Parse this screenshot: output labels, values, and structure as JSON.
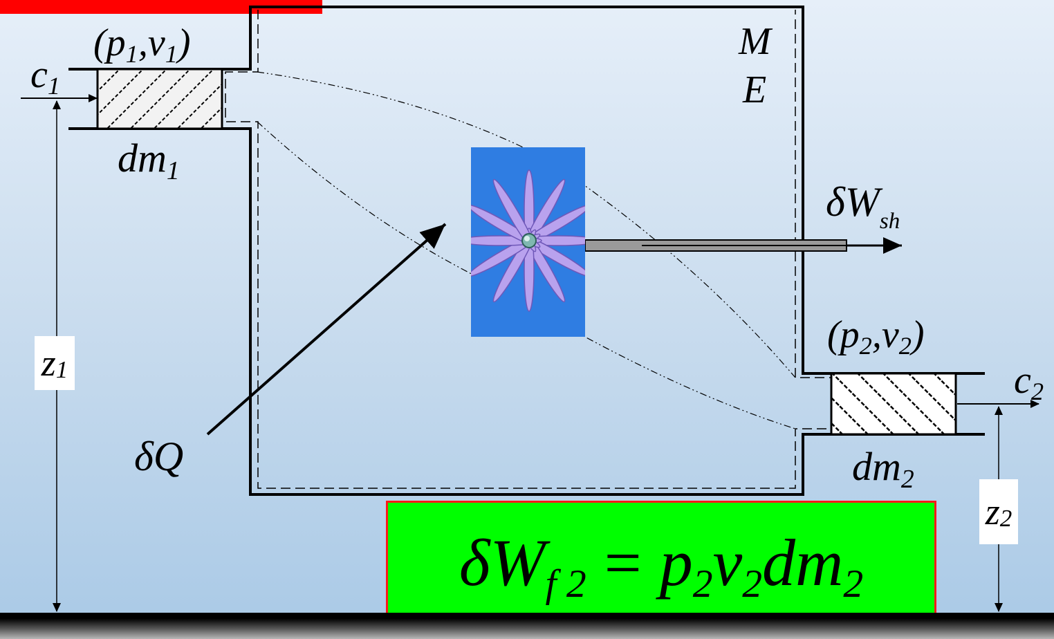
{
  "labels": {
    "state1": {
      "open": "(p",
      "sub_p": "1",
      "comma": ",v",
      "sub_v": "1",
      "close": ")"
    },
    "c1": {
      "main": "c",
      "sub": "1"
    },
    "dm1": {
      "main": "dm",
      "sub": "1"
    },
    "z1": {
      "main": "z",
      "sub": "1"
    },
    "M": "M",
    "E": "E",
    "dWsh": {
      "main": "δW",
      "sub": "sh"
    },
    "dQ": "δQ",
    "state2": {
      "open": "(p",
      "sub_p": "2",
      "comma": ",v",
      "sub_v": "2",
      "close": ")"
    },
    "c2": {
      "main": "c",
      "sub": "2"
    },
    "dm2": {
      "main": "dm",
      "sub": "2"
    },
    "z2": {
      "main": "z",
      "sub": "2"
    }
  },
  "equation": {
    "lhs": "δW",
    "lhs_sub": "f 2",
    "op": "=",
    "p": "p",
    "p_sub": "2",
    "v": "v",
    "v_sub": "2",
    "dm": "dm",
    "dm_sub": "2"
  },
  "colors": {
    "equation_bg": "#00ff00",
    "equation_border": "#ff1a1a",
    "top_bar": "#ff0000",
    "turbine_bg": "#2f7de2",
    "blade": "#b9a2ee"
  },
  "icons": [
    "turbine-rotor-icon",
    "heat-arrow-icon",
    "work-arrow-icon"
  ]
}
